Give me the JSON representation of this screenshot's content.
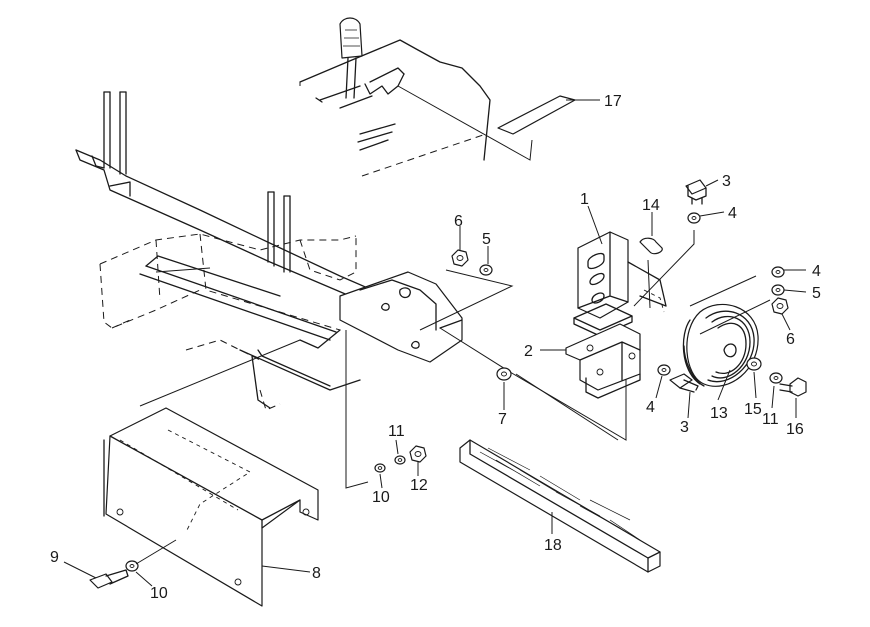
{
  "callouts": {
    "c1": "1",
    "c2": "2",
    "c3a": "3",
    "c3b": "3",
    "c4a": "4",
    "c4b": "4",
    "c4c": "4",
    "c5a": "5",
    "c5b": "5",
    "c6a": "6",
    "c6b": "6",
    "c7": "7",
    "c8": "8",
    "c9": "9",
    "c10a": "10",
    "c10b": "10",
    "c11a": "11",
    "c11b": "11",
    "c12": "12",
    "c13": "13",
    "c14": "14",
    "c15": "15",
    "c16": "16",
    "c17": "17",
    "c18": "18"
  }
}
